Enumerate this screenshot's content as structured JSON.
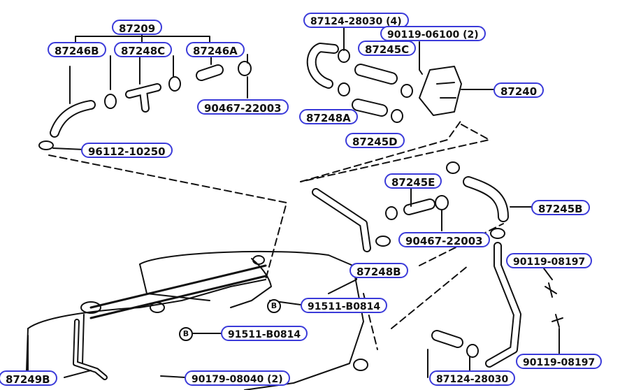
{
  "diagram": {
    "parts": {
      "p87209": "87209",
      "p87246B": "87246B",
      "p87248C": "87248C",
      "p87246A": "87246A",
      "p90467_top": "90467-22003",
      "p96112": "96112-10250",
      "p87124_top": "87124-28030 (4)",
      "p90119_06100": "90119-06100 (2)",
      "p87245C": "87245C",
      "p87240": "87240",
      "p87248A": "87248A",
      "p87245D": "87245D",
      "p87245E": "87245E",
      "p87245B": "87245B",
      "p90467_mid": "90467-22003",
      "p87248B": "87248B",
      "p90119_08197_a": "90119-08197",
      "p90119_08197_b": "90119-08197",
      "p91511_a": "91511-B0814",
      "p91511_b": "91511-B0814",
      "p87249B": "87249B",
      "p90179": "90179-08040 (2)",
      "p87124_bottom": "87124-28030"
    },
    "marker_letter": "B"
  },
  "colors": {
    "callout_border": "#3b3bd9",
    "line": "#111111"
  }
}
